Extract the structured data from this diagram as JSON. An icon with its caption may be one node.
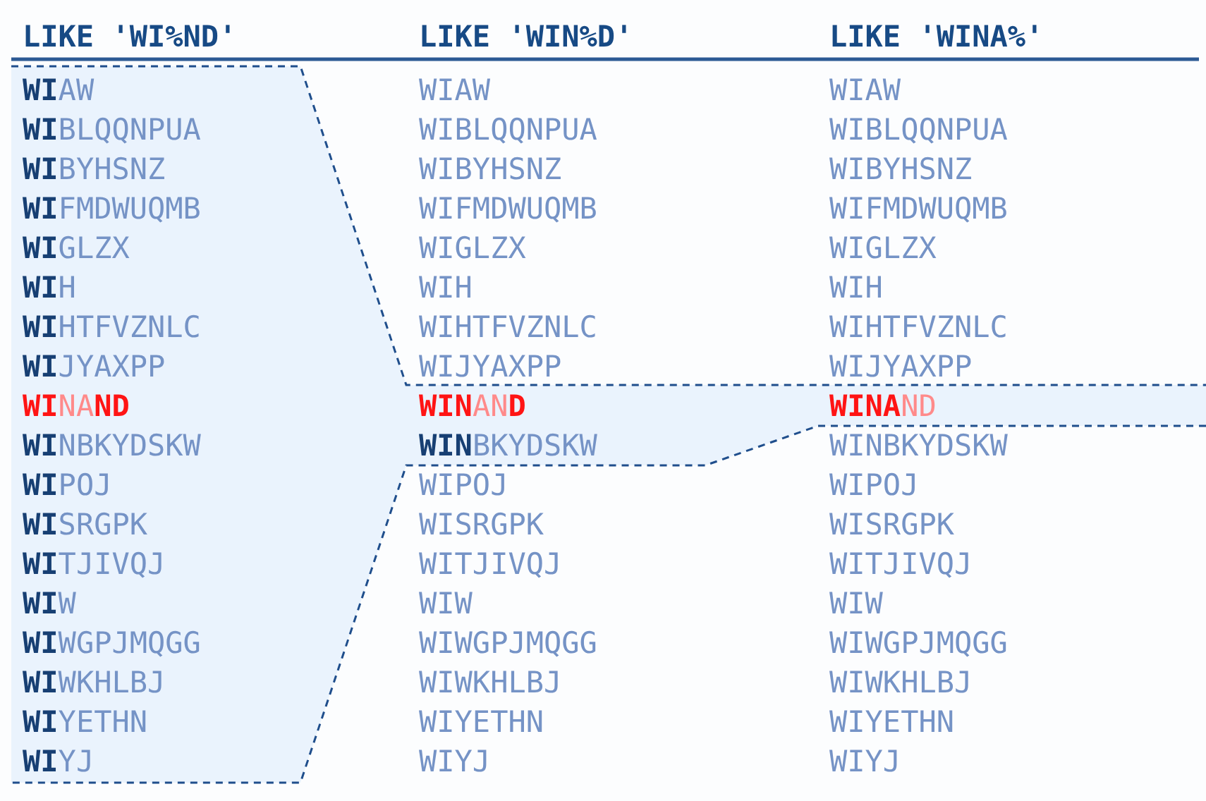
{
  "diagram": {
    "labels": [
      "LIKE 'WI%ND'",
      "LIKE 'WIN%D'",
      "LIKE 'WINA%'",
      "**WI**AW",
      "WIAW",
      "WIAW",
      "**WI**BLQQNPUA",
      "WIBLQQNPUA",
      "WIBLQQNPUA",
      "**WI**BYHSNZ",
      "WIBYHSNZ",
      "WIBYHSNZ",
      "**WI**FMDWUQMB",
      "WIFMDWUQMB",
      "WIFMDWUQMB",
      "**WI**GLZX",
      "WIGLZX",
      "WIGLZX",
      "**WI**H",
      "WIH",
      "WIH",
      "**WI**HTFVZNLC",
      "WIHTFVZNLC",
      "WIHTFVZNLC",
      "**WI**JYAXPP",
      "WIJYAXPP",
      "WIJYAXPP",
      "**WI**NA**ND**",
      "**WIN**AN**D**",
      "**WINA**ND",
      "**WI**NBKYDSKW",
      "**WIN**BKYDSKW",
      "WINBKYDSKW",
      "**WI**POJ",
      "WIPOJ",
      "WIPOJ",
      "**WI**SRGPK",
      "WISRGPK",
      "WISRGPK",
      "**WI**TJIVQJ",
      "WITJIVQJ",
      "WITJIVQJ",
      "**WI**W",
      "WIW",
      "WIW",
      "**WI**WGPJMQGG",
      "WIWGPJMQGG",
      "WIWGPJMQGG",
      "**WI**WKHLBJ",
      "WIWKHLBJ",
      "WIWKHLBJ",
      "**WI**YETHN",
      "WIYETHN",
      "WIYETHN",
      "**WI**YJ",
      "WIYJ",
      "WIYJ"
    ]
  }
}
